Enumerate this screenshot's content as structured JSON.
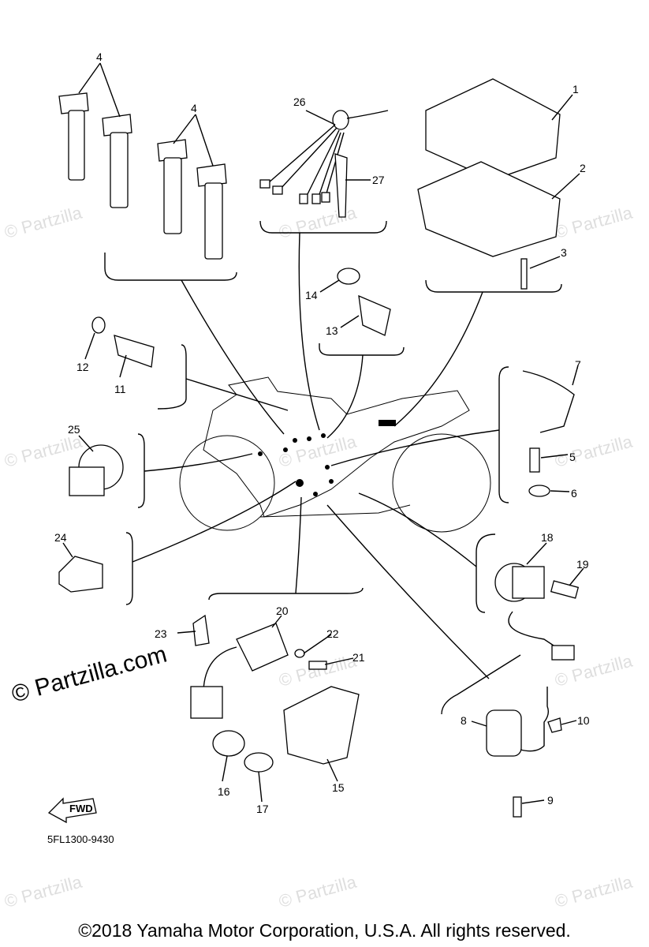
{
  "diagram": {
    "part_numbers": [
      "1",
      "2",
      "3",
      "4",
      "4",
      "5",
      "6",
      "7",
      "8",
      "9",
      "10",
      "11",
      "12",
      "13",
      "14",
      "15",
      "16",
      "17",
      "18",
      "19",
      "20",
      "21",
      "22",
      "23",
      "24",
      "25",
      "26",
      "27"
    ],
    "fwd_label": "FWD",
    "drawing_code": "5FL1300-9430"
  },
  "watermark": {
    "text": "© Partzilla",
    "big_text": "© Partzilla.com"
  },
  "footer": {
    "copyright": "©2018 Yamaha Motor Corporation, U.S.A. All rights reserved."
  }
}
